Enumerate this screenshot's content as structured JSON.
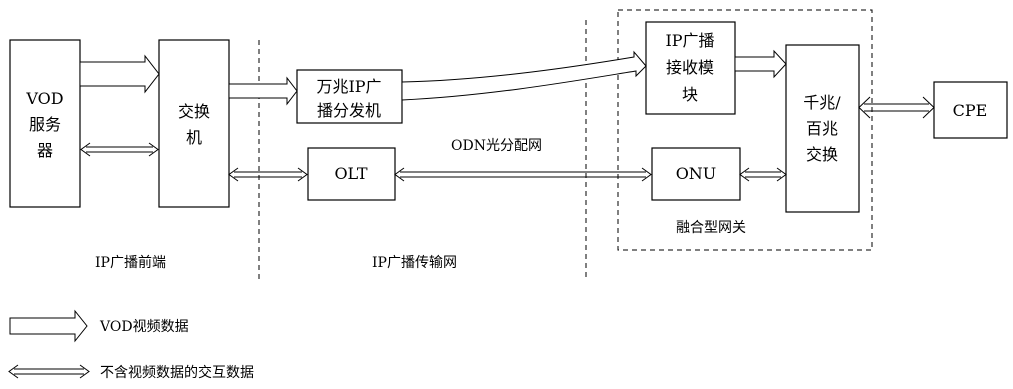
{
  "nodes": {
    "vod_server": {
      "line1": "VOD",
      "line2": "服务",
      "line3": "器"
    },
    "switch": {
      "line1": "交换",
      "line2": "机"
    },
    "router": {
      "line1": "万兆IP广",
      "line2": "播分发机"
    },
    "olt": {
      "label": "OLT"
    },
    "ip_receiver": {
      "line1": "IP广播",
      "line2": "接收模",
      "line3": "块"
    },
    "onu": {
      "label": "ONU"
    },
    "gig_switch": {
      "line1": "千兆/",
      "line2": "百兆",
      "line3": "交换"
    },
    "cpe": {
      "label": "CPE"
    }
  },
  "labels": {
    "odn": "ODN光分配网",
    "gateway": "融合型网关",
    "frontend": "IP广播前端",
    "transport": "IP广播传输网"
  },
  "legend": {
    "vod": "VOD视频数据",
    "interactive": "不含视频数据的交互数据"
  }
}
